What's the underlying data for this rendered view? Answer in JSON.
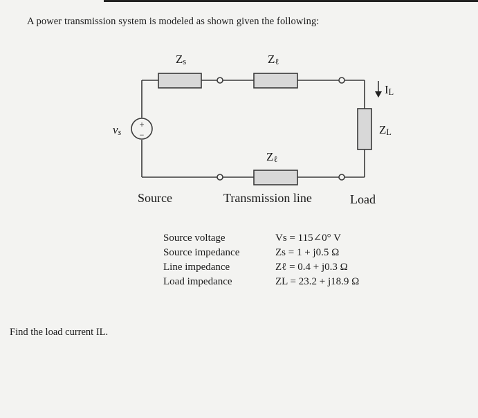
{
  "problem": {
    "intro": "A power transmission system is modeled as shown given the following:",
    "question": "Find the load current IL."
  },
  "circuit": {
    "zs_label": "Z",
    "zs_sub": "s",
    "zl_top_label": "Z",
    "zl_top_sub": "ℓ",
    "zl_bottom_label": "Z",
    "zl_bottom_sub": "ℓ",
    "current_label": "I",
    "current_sub": "L",
    "load_label": "Z",
    "load_sub": "L",
    "vs_label": "v",
    "vs_sub": "s",
    "source_plus": "+",
    "source_minus": "−",
    "section_source": "Source",
    "section_line": "Transmission line",
    "section_load": "Load"
  },
  "parameters": [
    {
      "name": "Source voltage",
      "value": "Vs = 115∠0° V"
    },
    {
      "name": "Source impedance",
      "value": "Zs = 1 + j0.5 Ω"
    },
    {
      "name": "Line impedance",
      "value": "Zℓ = 0.4 + j0.3 Ω"
    },
    {
      "name": "Load impedance",
      "value": "ZL = 23.2 + j18.9 Ω"
    }
  ]
}
